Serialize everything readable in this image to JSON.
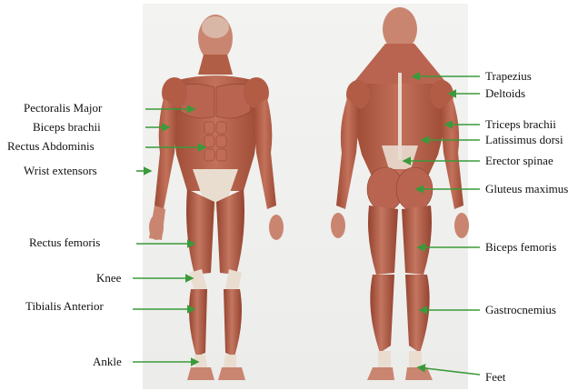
{
  "labels_left": [
    {
      "id": "pectoralis-major",
      "text": "Pectoralis Major"
    },
    {
      "id": "biceps-brachii",
      "text": "Biceps brachii"
    },
    {
      "id": "rectus-abdominis",
      "text": "Rectus Abdominis"
    },
    {
      "id": "wrist-extensors",
      "text": "Wrist extensors"
    },
    {
      "id": "rectus-femoris",
      "text": "Rectus femoris"
    },
    {
      "id": "knee",
      "text": "Knee"
    },
    {
      "id": "tibialis-anterior",
      "text": "Tibialis Anterior"
    },
    {
      "id": "ankle",
      "text": "Ankle"
    }
  ],
  "labels_right": [
    {
      "id": "trapezius",
      "text": "Trapezius"
    },
    {
      "id": "deltoids",
      "text": "Deltoids"
    },
    {
      "id": "triceps-brachii",
      "text": "Triceps brachii"
    },
    {
      "id": "latissimus-dorsi",
      "text": "Latissimus dorsi"
    },
    {
      "id": "erector-spinae",
      "text": "Erector spinae"
    },
    {
      "id": "gluteus-maximus",
      "text": "Gluteus maximus"
    },
    {
      "id": "biceps-femoris",
      "text": "Biceps femoris"
    },
    {
      "id": "gastrocnemius",
      "text": "Gastrocnemius"
    },
    {
      "id": "feet",
      "text": "Feet"
    }
  ],
  "colors": {
    "pointer": "#3a9a3a",
    "muscle": "#b8634a",
    "muscle_dark": "#8e3f2c",
    "tendon": "#e9ddd0",
    "panel": "#eeeeec"
  }
}
